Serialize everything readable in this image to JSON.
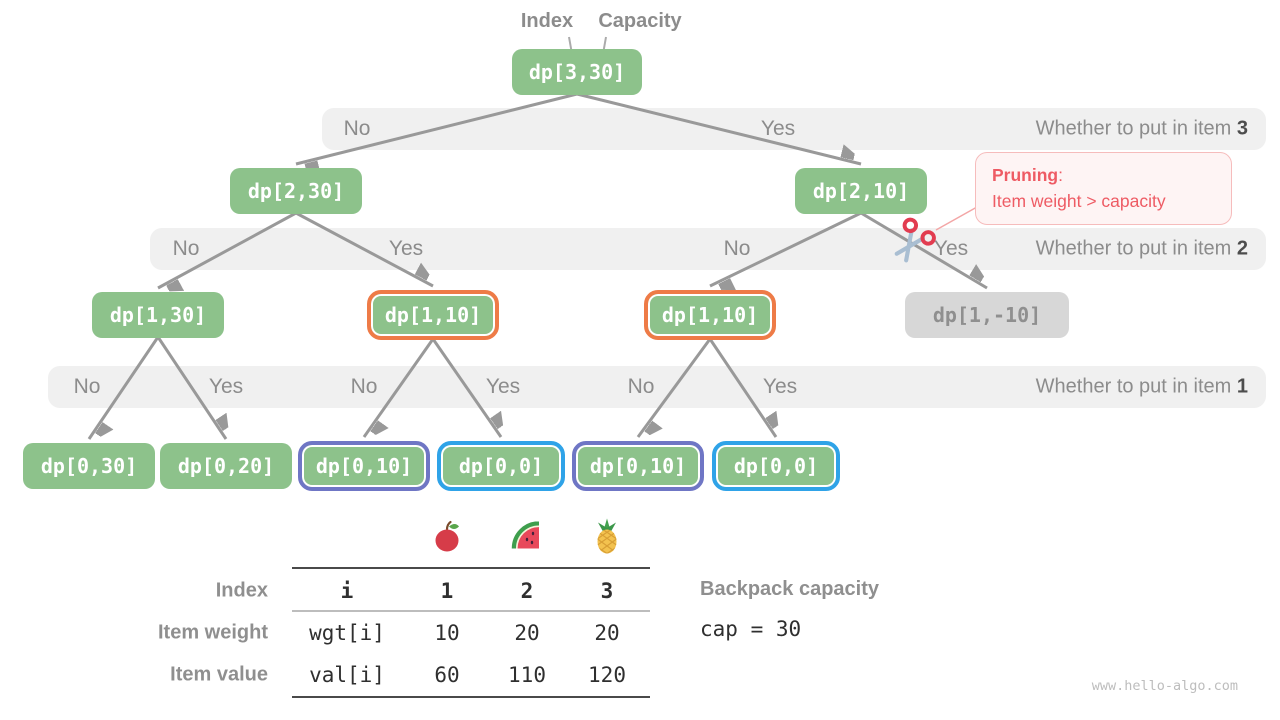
{
  "watermark": "www.hello-algo.com",
  "header": {
    "index_label": "Index",
    "capacity_label": "Capacity"
  },
  "tree": {
    "nodes": [
      {
        "id": "n3_30",
        "label": "dp[3,30]",
        "variant": "green"
      },
      {
        "id": "n2_30",
        "label": "dp[2,30]",
        "variant": "green"
      },
      {
        "id": "n2_10",
        "label": "dp[2,10]",
        "variant": "green"
      },
      {
        "id": "n1_30",
        "label": "dp[1,30]",
        "variant": "green"
      },
      {
        "id": "n1_10a",
        "label": "dp[1,10]",
        "variant": "orange"
      },
      {
        "id": "n1_10b",
        "label": "dp[1,10]",
        "variant": "orange"
      },
      {
        "id": "n1_m10",
        "label": "dp[1,-10]",
        "variant": "gray"
      },
      {
        "id": "n0_30",
        "label": "dp[0,30]",
        "variant": "green"
      },
      {
        "id": "n0_20",
        "label": "dp[0,20]",
        "variant": "green"
      },
      {
        "id": "n0_10a",
        "label": "dp[0,10]",
        "variant": "purple"
      },
      {
        "id": "n0_0a",
        "label": "dp[0,0]",
        "variant": "blue"
      },
      {
        "id": "n0_10b",
        "label": "dp[0,10]",
        "variant": "purple"
      },
      {
        "id": "n0_0b",
        "label": "dp[0,0]",
        "variant": "blue"
      }
    ],
    "edges": [
      {
        "from": "n3_30",
        "to": "n2_30"
      },
      {
        "from": "n3_30",
        "to": "n2_10"
      },
      {
        "from": "n2_30",
        "to": "n1_30"
      },
      {
        "from": "n2_30",
        "to": "n1_10a"
      },
      {
        "from": "n2_10",
        "to": "n1_10b"
      },
      {
        "from": "n2_10",
        "to": "n1_m10"
      },
      {
        "from": "n1_30",
        "to": "n0_30"
      },
      {
        "from": "n1_30",
        "to": "n0_20"
      },
      {
        "from": "n1_10a",
        "to": "n0_10a"
      },
      {
        "from": "n1_10a",
        "to": "n0_0a"
      },
      {
        "from": "n1_10b",
        "to": "n0_10b"
      },
      {
        "from": "n1_10b",
        "to": "n0_0b"
      }
    ],
    "bands": [
      {
        "id": "band3",
        "decisions": [
          "No",
          "Yes"
        ],
        "question": "Whether to put in item ",
        "item": "3"
      },
      {
        "id": "band2",
        "decisions": [
          "No",
          "Yes",
          "No",
          "Yes"
        ],
        "question": "Whether to put in item ",
        "item": "2"
      },
      {
        "id": "band1",
        "decisions": [
          "No",
          "Yes",
          "No",
          "Yes",
          "No",
          "Yes"
        ],
        "question": "Whether to put in item ",
        "item": "1"
      }
    ]
  },
  "pruning": {
    "title": "Pruning",
    "colon": ":",
    "detail": "Item weight > capacity"
  },
  "table": {
    "row_headers": {
      "index": "Index",
      "weight": "Item weight",
      "value": "Item value"
    },
    "fruits": [
      "apple",
      "watermelon",
      "pineapple"
    ],
    "index_row": [
      "i",
      "1",
      "2",
      "3"
    ],
    "weight_row": [
      "wgt[i]",
      "10",
      "20",
      "20"
    ],
    "value_row": [
      "val[i]",
      "60",
      "110",
      "120"
    ]
  },
  "capacity": {
    "label": "Backpack capacity",
    "code": "cap = 30"
  },
  "colors": {
    "node_green": "#8dc28b",
    "border_orange": "#ee7b47",
    "border_purple": "#6f76c5",
    "border_blue": "#2fa3e8",
    "node_gray": "#d7d7d7",
    "band_gray": "#f0f0f0",
    "arrow_gray": "#999999",
    "pruning_red": "#ee5b64"
  }
}
